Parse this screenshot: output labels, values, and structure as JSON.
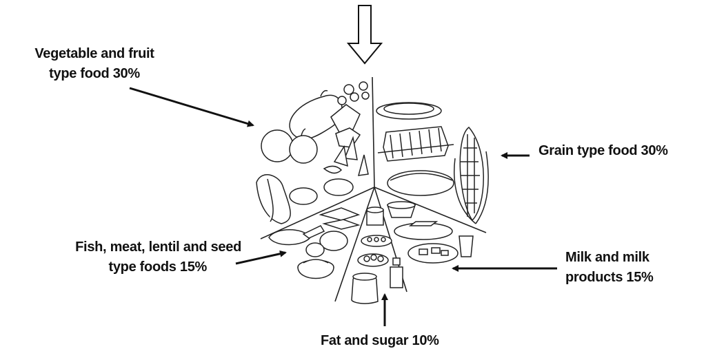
{
  "diagram": {
    "segments": [
      {
        "id": "vegetable",
        "lines": [
          "Vegetable and  fruit",
          "type food  30%"
        ],
        "share_percent": 30
      },
      {
        "id": "grain",
        "lines": [
          "Grain type food  30%"
        ],
        "share_percent": 30
      },
      {
        "id": "fish",
        "lines": [
          "Fish, meat, lentil and seed",
          "type foods 15%"
        ],
        "share_percent": 15
      },
      {
        "id": "milk",
        "lines": [
          "Milk and milk",
          "products 15%"
        ],
        "share_percent": 15
      },
      {
        "id": "fat",
        "lines": [
          "Fat and sugar 10%"
        ],
        "share_percent": 10
      }
    ],
    "colors": {
      "ink": "#111111",
      "background": "#ffffff"
    }
  }
}
